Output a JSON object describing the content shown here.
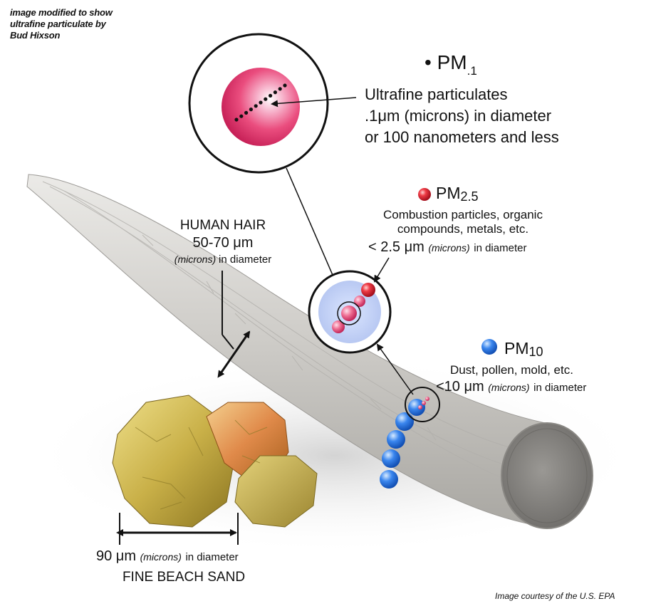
{
  "credit": {
    "line1": "image modified to show",
    "line2": "ultrafine particulate by",
    "line3": "Bud Hixson"
  },
  "pm1": {
    "bullet": "•",
    "label": "PM",
    "sub": ".1",
    "desc1": "Ultrafine particulates",
    "desc2": ".1μm (microns) in diameter",
    "desc3": "or 100 nanometers and less"
  },
  "pm25": {
    "label": "PM",
    "sub": "2.5",
    "desc1": "Combustion particles, organic",
    "desc2": "compounds, metals, etc.",
    "size": "< 2.5 μm",
    "size_unit": "(microns)",
    "size_tail": "in diameter"
  },
  "pm10": {
    "label": "PM",
    "sub": "10",
    "desc1": "Dust, pollen, mold, etc.",
    "size": "<10 μm",
    "size_unit": "(microns)",
    "size_tail": "in diameter"
  },
  "hair": {
    "title": "HUMAN HAIR",
    "size": "50-70 μm",
    "size_unit": "(microns)",
    "size_tail": "in diameter"
  },
  "sand": {
    "size": "90 μm",
    "size_unit": "(microns)",
    "size_tail": "in diameter",
    "title": "FINE BEACH SAND"
  },
  "source": "Image courtesy of the U.S. EPA",
  "colors": {
    "pm1_particle": "#e8416f",
    "pm25_particle": "#e0243e",
    "pm10_particle": "#2f74e0",
    "hair": "#c9c7c3",
    "sand": "#c9b04a"
  }
}
